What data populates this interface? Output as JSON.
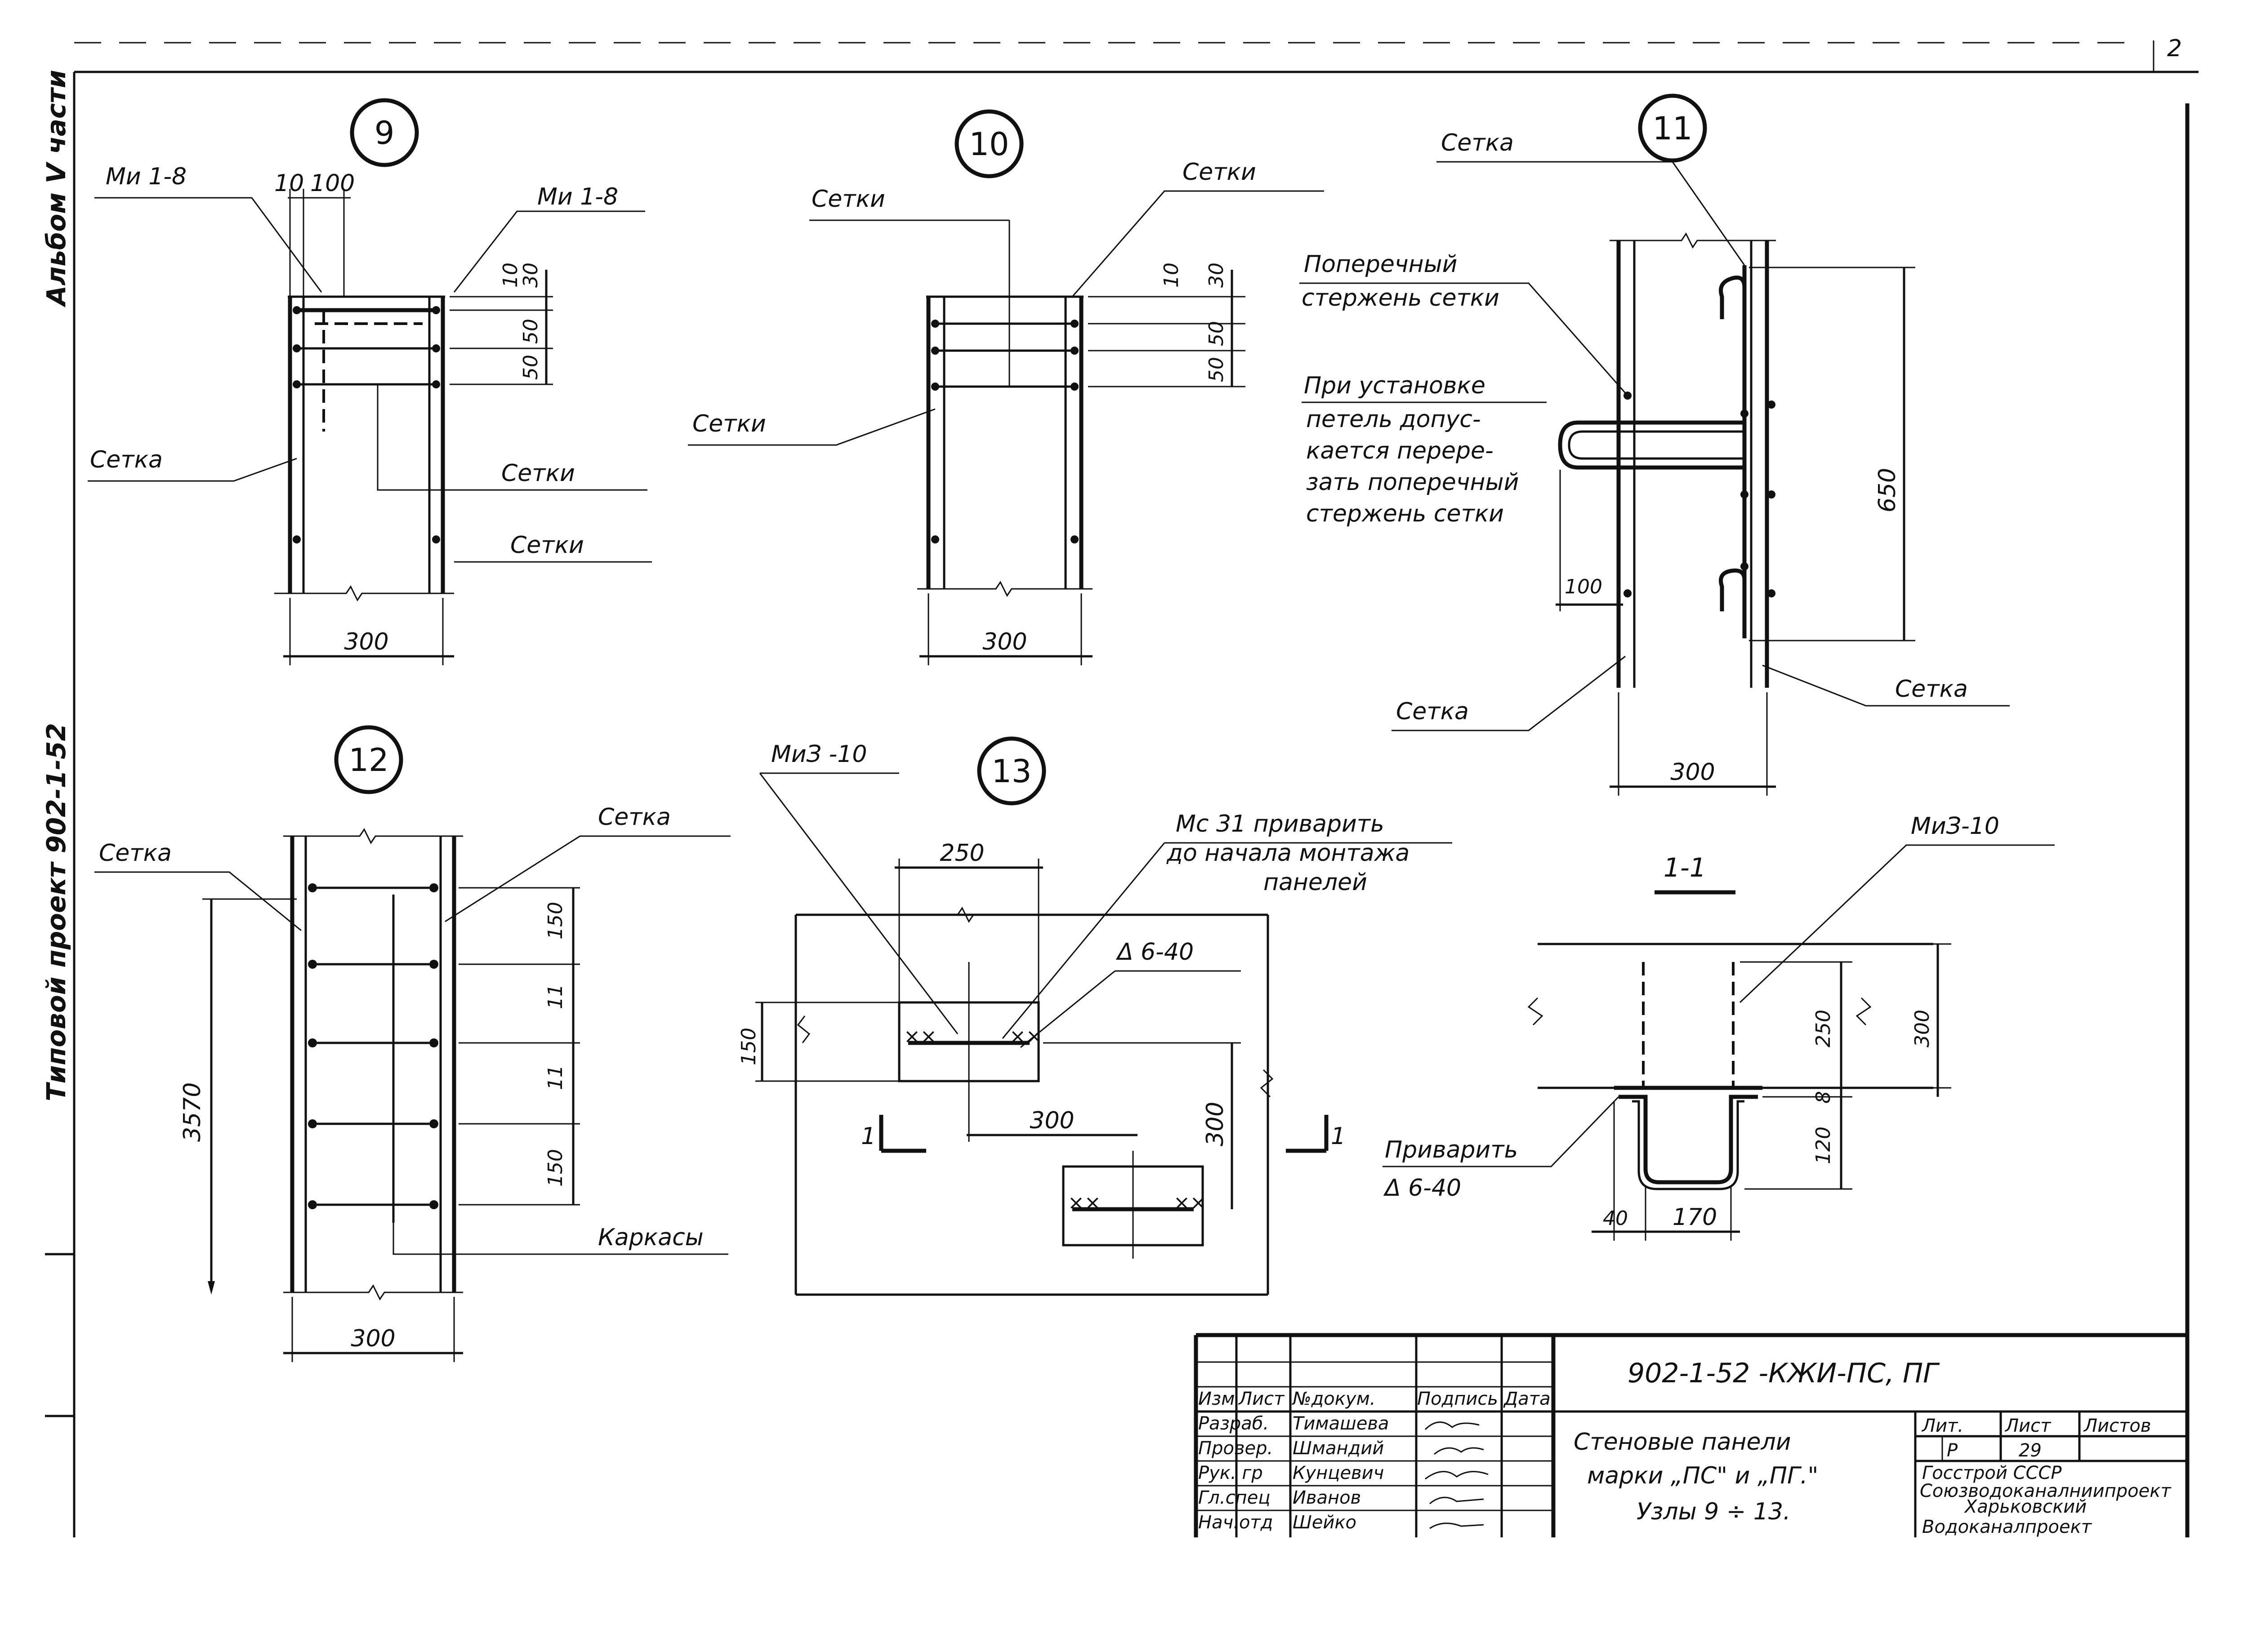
{
  "sheet": {
    "corner_number": "2",
    "left_margin": {
      "album": "Альбом V части",
      "project": "Типовой проект 902-1-52"
    }
  },
  "node9": {
    "number": "9",
    "labels": {
      "mi_left": "Ми 1-8",
      "mi_right": "Ми 1-8",
      "setka": "Сетка",
      "setki_1": "Сетки",
      "setki_2": "Сетки"
    },
    "dims": {
      "d10": "10",
      "d100": "100",
      "v10": "10",
      "v30": "30",
      "v50a": "50",
      "v50b": "50",
      "w300": "300"
    }
  },
  "node10": {
    "number": "10",
    "labels": {
      "setki_left_top": "Сетки",
      "setki_right_top": "Сетки",
      "setki_left": "Сетки"
    },
    "dims": {
      "v10": "10",
      "v30": "30",
      "v50a": "50",
      "v50b": "50",
      "w300": "300"
    }
  },
  "node11": {
    "number": "11",
    "labels": {
      "setka_top": "Сетка",
      "cross_1": "Поперечный",
      "cross_2": "стержень сетки",
      "note_1": "При установке",
      "note_2": "петель допус-",
      "note_3": "кается переpe-",
      "note_4": "зать поперечный",
      "note_5": "стержень сетки",
      "setka_bottom_left": "Сетка",
      "setka_bottom_right": "Сетка"
    },
    "dims": {
      "h650": "650",
      "w100": "100",
      "w300": "300"
    }
  },
  "node12": {
    "number": "12",
    "labels": {
      "setka_left": "Сетка",
      "setka_right": "Сетка",
      "karkasy": "Каркасы"
    },
    "dims": {
      "h3570": "3570",
      "v150a": "150",
      "v11a": "11",
      "v11b": "11",
      "v150b": "150",
      "w300": "300"
    }
  },
  "node13": {
    "number": "13",
    "labels": {
      "miz": "МиЗ -10",
      "mc_1": "Мс 31 приварить",
      "mc_2": "до начала монтажа",
      "mc_3": "панелей",
      "weld": "Δ 6-40",
      "cut_left": "1",
      "cut_right": "1"
    },
    "dims": {
      "w250": "250",
      "h150": "150",
      "w300": "300",
      "h300": "300"
    }
  },
  "section": {
    "title": "1-1",
    "labels": {
      "miz": "МиЗ-10",
      "weld_1": "Приварить",
      "weld_2": "Δ 6-40"
    },
    "dims": {
      "v250": "250",
      "v300": "300",
      "v8": "8",
      "v120": "120",
      "h40": "40",
      "h170": "170"
    }
  },
  "title_block": {
    "code": "902-1-52 -КЖИ-ПС, ПГ",
    "headers": [
      "Изм",
      "Лист",
      "№докум.",
      "Подпись",
      "Дата"
    ],
    "rows": [
      {
        "role": "Разраб.",
        "name": "Тимашева"
      },
      {
        "role": "Провер.",
        "name": "Шмандий"
      },
      {
        "role": "Рук. гр",
        "name": "Кунцевич"
      },
      {
        "role": "Гл.спец",
        "name": "Иванов"
      },
      {
        "role": "Нач.отд",
        "name": "Шейко"
      }
    ],
    "description": [
      "Стеновые панели",
      "марки „ПС\" и „ПГ.\"",
      "Узлы 9 ÷ 13."
    ],
    "lit_header": "Лит.",
    "sheet_header": "Лист",
    "sheets_header": "Листов",
    "lit_value": "Р",
    "sheet_value": "29",
    "org_1": "Госстрой СССР",
    "org_2": "Союзводоканалниипроект",
    "org_3": "Харьковский",
    "org_4": "Водоканалпроект"
  }
}
